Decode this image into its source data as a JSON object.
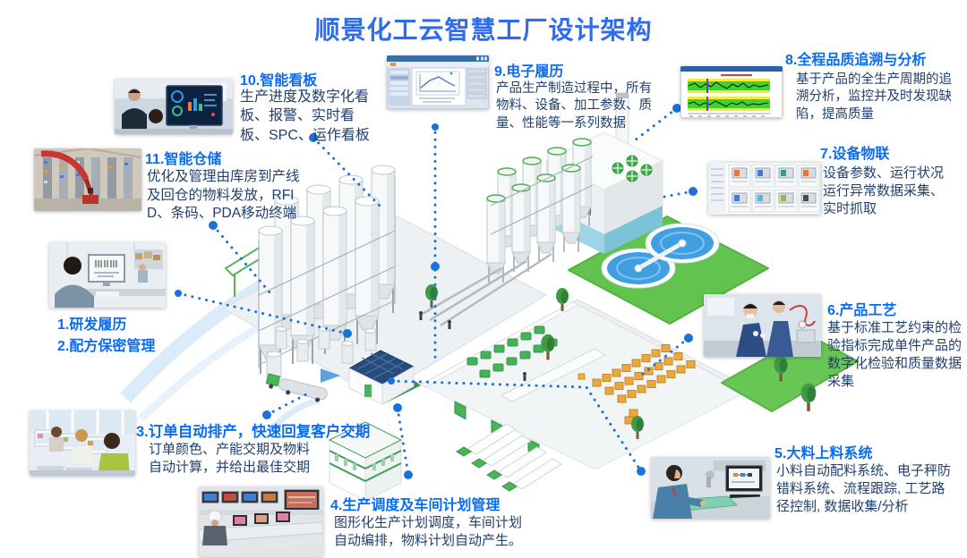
{
  "title": "顺景化工云智慧工厂设计架构",
  "colors": {
    "title_blue": "#2d6cf0",
    "heading_blue": "#0a6cf5",
    "body_navy": "#21406f",
    "connector_blue": "#1a72d8",
    "lawn_green": "#62c44e",
    "machine_green": "#46b258",
    "box_orange": "#e9a93d",
    "pool_blue": "#3f9fe0"
  },
  "callouts": {
    "c1": {
      "heading": "1.研发履历"
    },
    "c2": {
      "heading": "2.配方保密管理"
    },
    "c3": {
      "heading": "3.订单自动排产，快速回复客户交期",
      "body": "订单颜色、产能交期及物料自动计算，并给出最佳交期"
    },
    "c4": {
      "heading": "4.生产调度及车间计划管理",
      "body": "图形化生产计划调度，车间计划自动编排，物料计划自动产生。"
    },
    "c5": {
      "heading": "5.大料上料系统",
      "body": "小料自动配料系统、电子秤防错料系统、流程跟踪, 工艺路径控制, 数据收集/分析"
    },
    "c6": {
      "heading": "6.产品工艺",
      "body": "基于标准工艺约束的检验指标完成单件产品的数字化检验和质量数据采集"
    },
    "c7": {
      "heading": "7.设备物联",
      "body": "设备参数、运行状况 运行异常数据采集、实时抓取"
    },
    "c8": {
      "heading": "8.全程品质追溯与分析",
      "body": "基于产品的全生产周期的追溯分析，监控并及时发现缺陷，提高质量"
    },
    "c9": {
      "heading": "9.电子履历",
      "body": "产品生产制造过程中，所有物料、设备、加工参数、质量、性能等一系列数据"
    },
    "c10": {
      "heading": "10.智能看板",
      "body": "生产进度及数字化看板、报警、实时看板、SPC、运作看板"
    },
    "c11": {
      "heading": "11.智能仓储",
      "body": "优化及管理由库房到产线及回仓的物料发放，RFID、条码、PDA移动终端"
    }
  },
  "images": {
    "c10": "office-team-viewing-dashboard-photo",
    "c9": "mes-software-window-screenshot",
    "c8": "spc-control-chart-screenshot",
    "c11": "automated-warehouse-photo",
    "c7": "equipment-catalog-screenshot",
    "c1": "engineer-at-workstation-photo",
    "c6": "lab-technicians-photo",
    "c3": "order-planning-operators-photo",
    "c4": "central-control-room-photo",
    "c5": "weighing-station-operator-photo"
  },
  "illustration": {
    "label": "smart-factory-isometric-illustration"
  }
}
